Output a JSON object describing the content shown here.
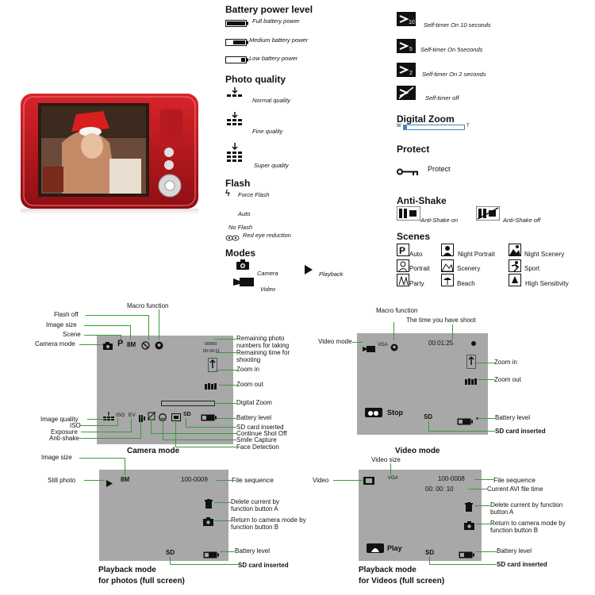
{
  "battery": {
    "heading": "Battery power level",
    "full": "Full battery power",
    "medium": "Medium battery power",
    "low": "Low battery power"
  },
  "photo_quality": {
    "heading": "Photo quality",
    "normal": "Normal quality",
    "fine": "Fine quality",
    "super": "Super quality"
  },
  "flash": {
    "heading": "Flash",
    "force": "Force Flash",
    "auto": "Auto",
    "no_flash": "No Flash",
    "red_eye": "Red eye reduction"
  },
  "modes": {
    "heading": "Modes",
    "camera": "Camera",
    "playback": "Playback",
    "video": "Video"
  },
  "self_timer": {
    "t10": "Self-timer On 10 seconds",
    "t5": "Self-timer On 5seconds",
    "t2": "Self-timer On 2 seconds",
    "off": "Self-timer off"
  },
  "digital_zoom": {
    "heading": "Digital Zoom",
    "w": "W",
    "t": "T",
    "level": 0.05
  },
  "protect": {
    "heading": "Protect",
    "label": "Protect"
  },
  "anti_shake": {
    "heading": "Anti-Shake",
    "on": "Anti-Shake on",
    "off": "Anti-Shake off"
  },
  "scenes": {
    "heading": "Scenes",
    "auto": "Auto",
    "night_portrait": "Night Portrait",
    "night_scenery": "Night Scenery",
    "portrait": "Portrait",
    "scenery": "Scenery",
    "sport": "Sport",
    "party": "Party",
    "beach": "Beach",
    "high_sensitivity": "High Sensitivity"
  },
  "camera_screen": {
    "caption": "Camera mode",
    "flash_off": "Flash off",
    "macro": "Macro function",
    "image_size": "Image size",
    "scene": "Scene",
    "camera_mode": "Camera mode",
    "remaining_photo": "Remaining photo numbers for taking",
    "remaining_time": "Remaining time for shooting",
    "zoom_in": "Zoom in",
    "zoom_out": "Zoom out",
    "digital_zoom": "Digital Zoom",
    "battery": "Battery level",
    "image_quality": "Image quality",
    "iso": "ISO",
    "exposure": "Exposure",
    "anti_shake": "Anti-shake",
    "sd": "SD card inserted",
    "continue_shot": "Continue Shot Off",
    "smile": "Smile Capture",
    "face": "Face Detection",
    "scr_p": "P",
    "scr_8m": "8M",
    "scr_count": "00000",
    "scr_time": "00:00:11",
    "scr_iso": "ISO",
    "scr_ev": "EV",
    "scr_sd": "SD"
  },
  "video_screen": {
    "caption": "Video mode",
    "video_mode": "Video mode",
    "macro": "Macro function",
    "time_shot": "The time you have shoot",
    "zoom_in": "Zoom in",
    "zoom_out": "Zoom out",
    "battery": "Battery level",
    "sd": "SD card inserted",
    "scr_vga": "VGA",
    "scr_time": "00:01:25",
    "scr_stop": "Stop",
    "scr_sd": "SD"
  },
  "playback_photo": {
    "caption1": "Playback mode",
    "caption2": "for photos (full screen)",
    "image_size": "Image size",
    "still": "Still photo",
    "file_seq": "File sequence",
    "delete": "Delete current by function button A",
    "return": "Return to camera mode by function button B",
    "battery": "Battery level",
    "sd": "SD card inserted",
    "scr_8m": "8M",
    "scr_seq": "100-0009",
    "scr_sd": "SD"
  },
  "playback_video": {
    "caption1": "Playback mode",
    "caption2": "for Videos (full screen)",
    "video_size": "Video size",
    "video": "Video",
    "file_seq": "File sequence",
    "avi_time": "Current AVI file time",
    "delete": "Delete current by function button A",
    "return": "Return to camera mode by function button B",
    "battery": "Battery level",
    "sd": "SD card inserted",
    "scr_vga": "VGA",
    "scr_seq": "100-0008",
    "scr_time": "00: 00: 10",
    "scr_play": "Play",
    "scr_sd": "SD"
  }
}
